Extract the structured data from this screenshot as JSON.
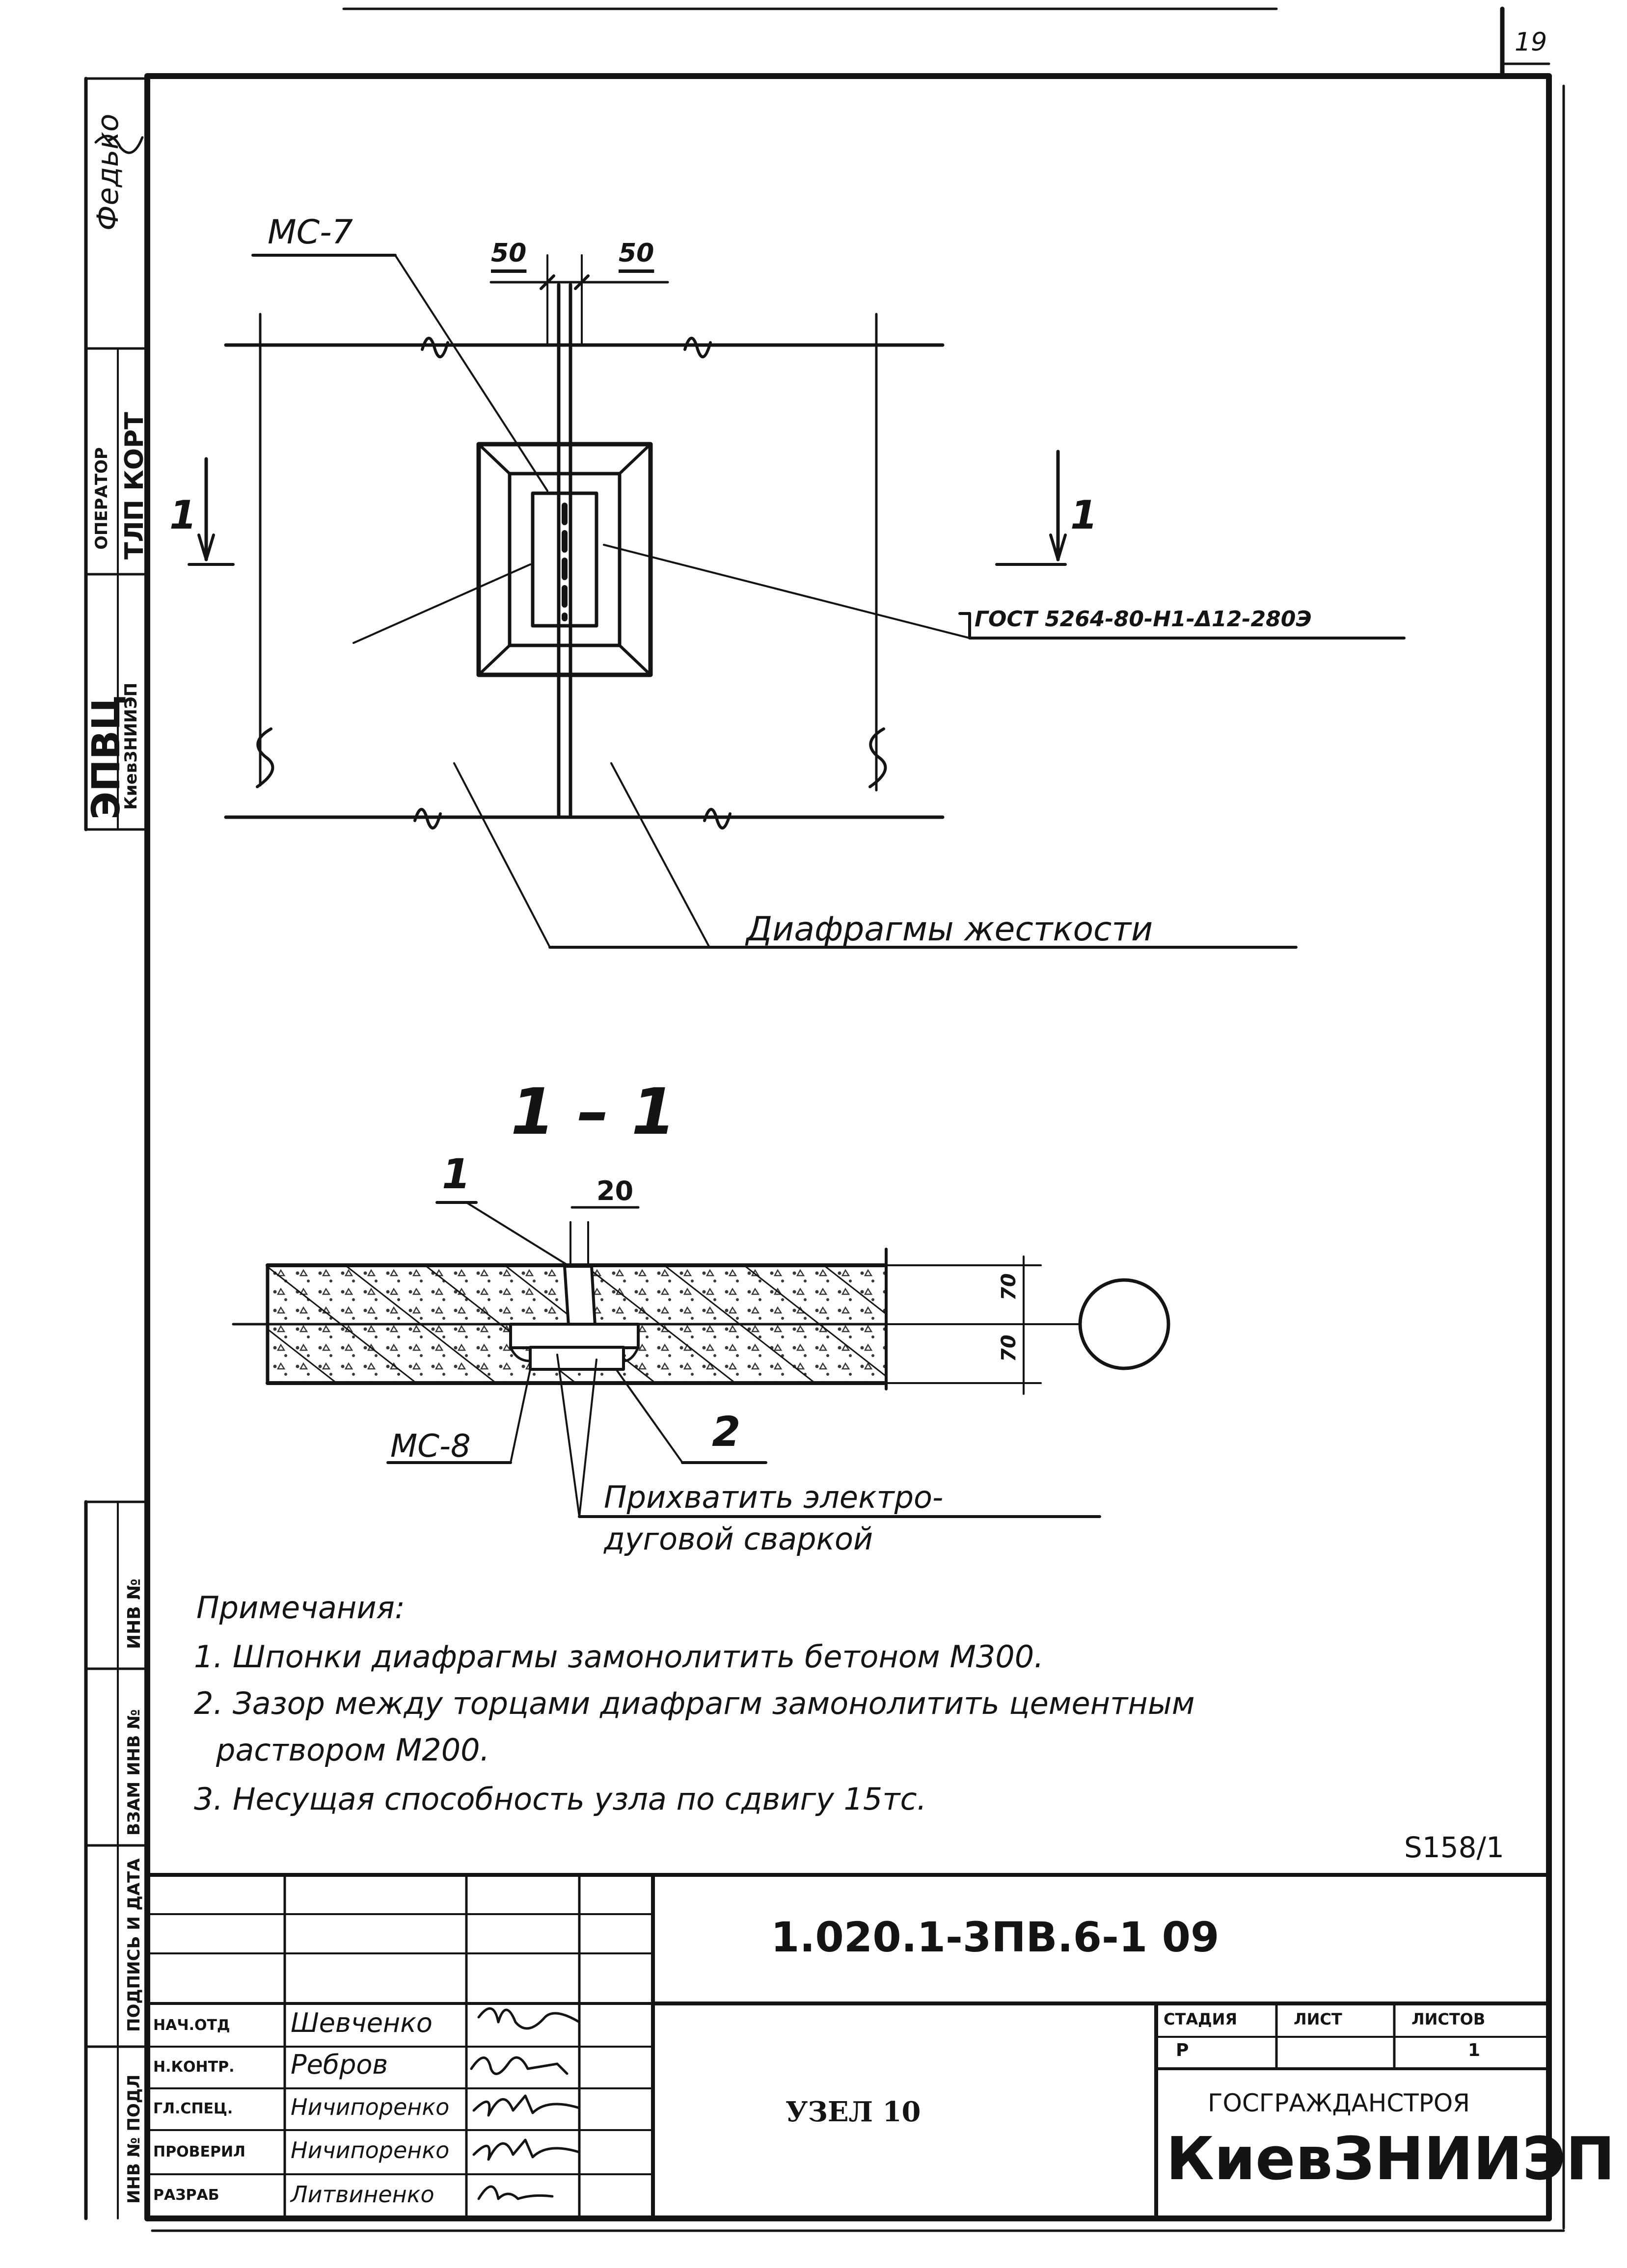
{
  "sheet_number": "19",
  "side_stamp": {
    "signer": "Федько",
    "operator_label": "ОПЕРАТОР",
    "operator_name": "ТЛП КОРТ",
    "dept": "ЭПВЦ",
    "dept_org": "КиевЗНИИЭП",
    "archive_cells": [
      "ИНВ №",
      "ВЗАМ ИНВ №",
      "ПОДПИСЬ И ДАТА",
      "ИНВ № ПОДЛ"
    ]
  },
  "plan": {
    "tag_mc7": "МС-7",
    "dim_left": "50",
    "dim_right": "50",
    "section_mark_left": "1",
    "section_mark_right": "1",
    "weld_note": "ГОСТ 5264-80-Н1-Δ12-280Э",
    "label_diaphragms": "Диафрагмы жесткости"
  },
  "section": {
    "title": "1 – 1",
    "callout_1": "1",
    "dim_gap": "20",
    "dim_top": "70",
    "dim_bottom": "70",
    "tag_mc8": "МС-8",
    "callout_2": "2",
    "tack_label_1": "Прихватить электро-",
    "tack_label_2": "дуговой сваркой"
  },
  "notes": {
    "heading": "Примечания:",
    "items": [
      "1. Шпонки диафрагмы замонолитить бетоном М300.",
      "2. Зазор между торцами диафрагм замонолитить цементным",
      "раствором М200.",
      "3. Несущая способность узла по сдвигу 15тс."
    ]
  },
  "title_block": {
    "album_ref": "S158/1",
    "designation": "1.020.1-3ПВ.6-1   09",
    "drawing_title": "УЗЕЛ 10",
    "headers": [
      "СТАДИЯ",
      "ЛИСТ",
      "ЛИСТОВ"
    ],
    "stage": "Р",
    "sheet": "",
    "sheets": "1",
    "organization": "ГОСГРАЖДАНСТРОЯ",
    "institute": "КиевЗНИИЭП",
    "staff": [
      {
        "role": "НАЧ.ОТД",
        "name": "Шевченко"
      },
      {
        "role": "Н.КОНТР.",
        "name": "Ребров"
      },
      {
        "role": "ГЛ.СПЕЦ.",
        "name": "Ничипоренко"
      },
      {
        "role": "ПРОВЕРИЛ",
        "name": "Ничипоренко"
      },
      {
        "role": "РАЗРАБ",
        "name": "Литвиненко"
      }
    ]
  },
  "colors": {
    "ink": "#141414",
    "paper": "#ffffff"
  }
}
